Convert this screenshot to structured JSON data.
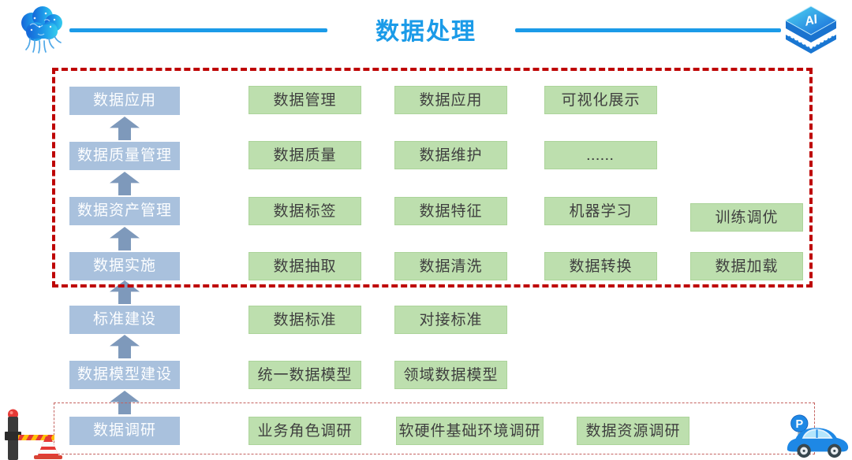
{
  "header": {
    "title": "数据处理"
  },
  "stages": [
    "数据应用",
    "数据质量管理",
    "数据资产管理",
    "数据实施",
    "标准建设",
    "数据模型建设",
    "数据调研"
  ],
  "tasks": {
    "rows": [
      {
        "cells": [
          "数据管理",
          "数据应用",
          "可视化展示"
        ]
      },
      {
        "cells": [
          "数据质量",
          "数据维护",
          "......"
        ]
      },
      {
        "cells": [
          "数据标签",
          "数据特征",
          "机器学习",
          "训练调优"
        ]
      },
      {
        "cells": [
          "数据抽取",
          "数据清洗",
          "数据转换",
          "数据加载"
        ]
      },
      {
        "cells": [
          "数据标准",
          "对接标准"
        ]
      },
      {
        "cells": [
          "统一数据模型",
          "领域数据模型"
        ]
      },
      {
        "cells": [
          "业务角色调研",
          "软硬件基础环境调研",
          "数据资源调研"
        ]
      }
    ]
  },
  "icons": {
    "top_left": "ai-brain-network",
    "top_right": "ai-chip",
    "bottom_left": "barrier-and-traffic-cone",
    "bottom_right": "car-with-parking-sign",
    "chip_label": "AI",
    "parking_label": "P"
  },
  "colors": {
    "accent": "#1B9BE8",
    "stage_fill": "#A9C1DD",
    "stage_text": "#FFFFFF",
    "arrow": "#7E99BB",
    "task_fill": "#BDDFAE",
    "task_text": "#3F3F3F",
    "outline_primary": "#BE0404",
    "outline_secondary": "#C4625F"
  }
}
